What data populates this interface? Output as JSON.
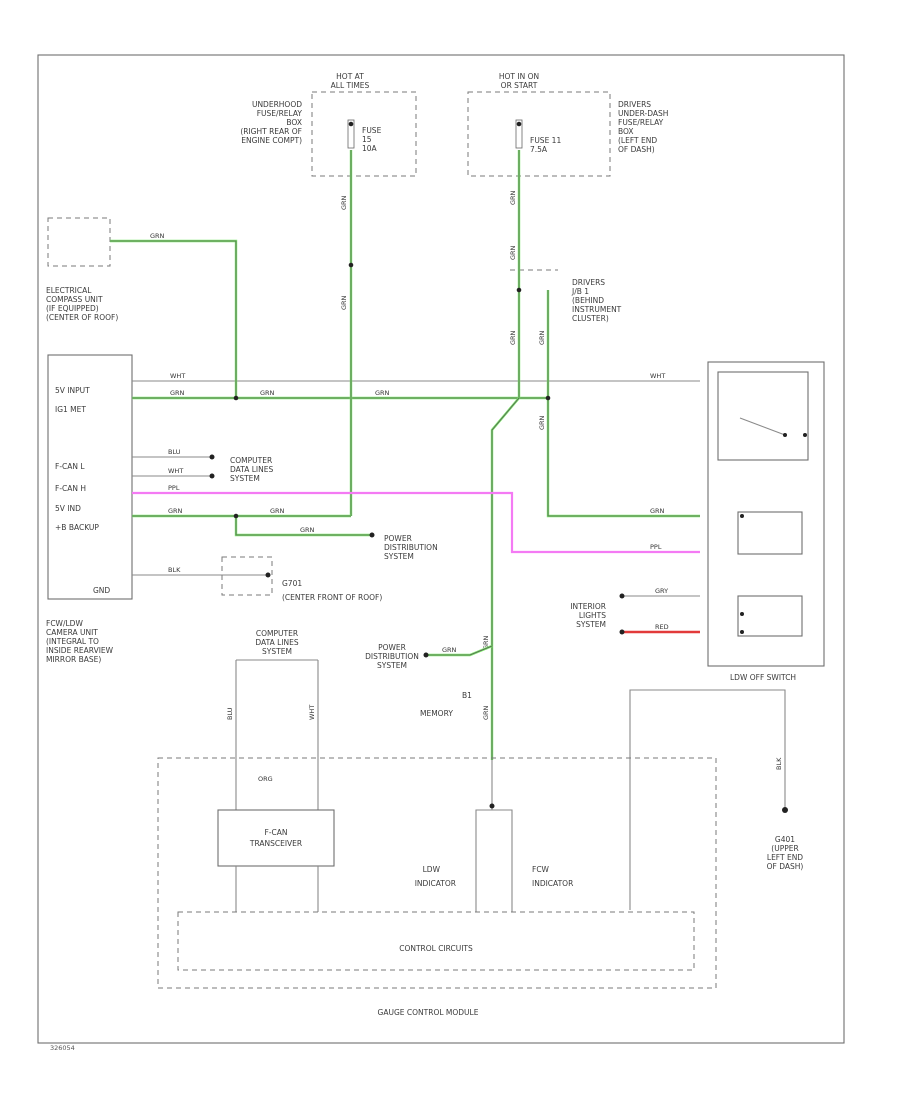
{
  "hot_at_all_times": [
    "HOT AT",
    "ALL TIMES"
  ],
  "hot_in_on": [
    "HOT IN ON",
    "OR START"
  ],
  "underhood_fuse_box": [
    "UNDERHOOD",
    "FUSE/RELAY",
    "BOX",
    "(RIGHT REAR OF",
    "ENGINE COMPT)"
  ],
  "fuse_15": [
    "FUSE",
    "15",
    "10A"
  ],
  "fuse_11": [
    "FUSE 11",
    "7.5A"
  ],
  "drivers_underdash_box": [
    "DRIVERS",
    "UNDER-DASH",
    "FUSE/RELAY",
    "BOX",
    "(LEFT END",
    "OF DASH)"
  ],
  "compass_unit": [
    "ELECTRICAL",
    "COMPASS UNIT",
    "(IF EQUIPPED)",
    "(CENTER OF ROOF)"
  ],
  "drivers_jb": [
    "DRIVERS",
    "J/B 1",
    "(BEHIND",
    "INSTRUMENT",
    "CLUSTER)"
  ],
  "camera_pins": [
    "5V INPUT",
    "IG1 MET",
    "",
    "F-CAN L",
    "F-CAN H",
    "5V IND",
    "+B BACKUP",
    "",
    "GND"
  ],
  "camera_unit": [
    "FCW/LDW",
    "CAMERA UNIT",
    "(INTEGRAL TO",
    "INSIDE REARVIEW",
    "MIRROR BASE)"
  ],
  "computer_data_lines_1": [
    "COMPUTER",
    "DATA LINES",
    "SYSTEM"
  ],
  "computer_data_lines_2": [
    "COMPUTER",
    "DATA LINES",
    "SYSTEM"
  ],
  "power_distribution_1": [
    "POWER",
    "DISTRIBUTION",
    "SYSTEM"
  ],
  "power_distribution_2": [
    "POWER",
    "DISTRIBUTION",
    "SYSTEM"
  ],
  "g701": [
    "G701",
    "(CENTER FRONT OF ROOF)"
  ],
  "memory": "MEMORY",
  "b1": "B1",
  "interior_lights": [
    "INTERIOR",
    "LIGHTS",
    "SYSTEM"
  ],
  "ldw_off_switch": "LDW OFF SWITCH",
  "fcan_transceiver": [
    "F-CAN",
    "TRANSCEIVER"
  ],
  "ldw_indicator": [
    "LDW",
    "INDICATOR"
  ],
  "fcw_indicator": [
    "FCW",
    "INDICATOR"
  ],
  "control_circuits": "CONTROL CIRCUITS",
  "gauge_control_module": "GAUGE CONTROL MODULE",
  "g401": [
    "G401",
    "(UPPER",
    "LEFT END",
    "OF DASH)"
  ],
  "wire_codes": {
    "wht": "WHT",
    "grn": "GRN",
    "blu": "BLU",
    "ppl": "PPL",
    "blk": "BLK",
    "red": "RED",
    "gry": "GRY",
    "org": "ORG"
  },
  "code": "326054"
}
